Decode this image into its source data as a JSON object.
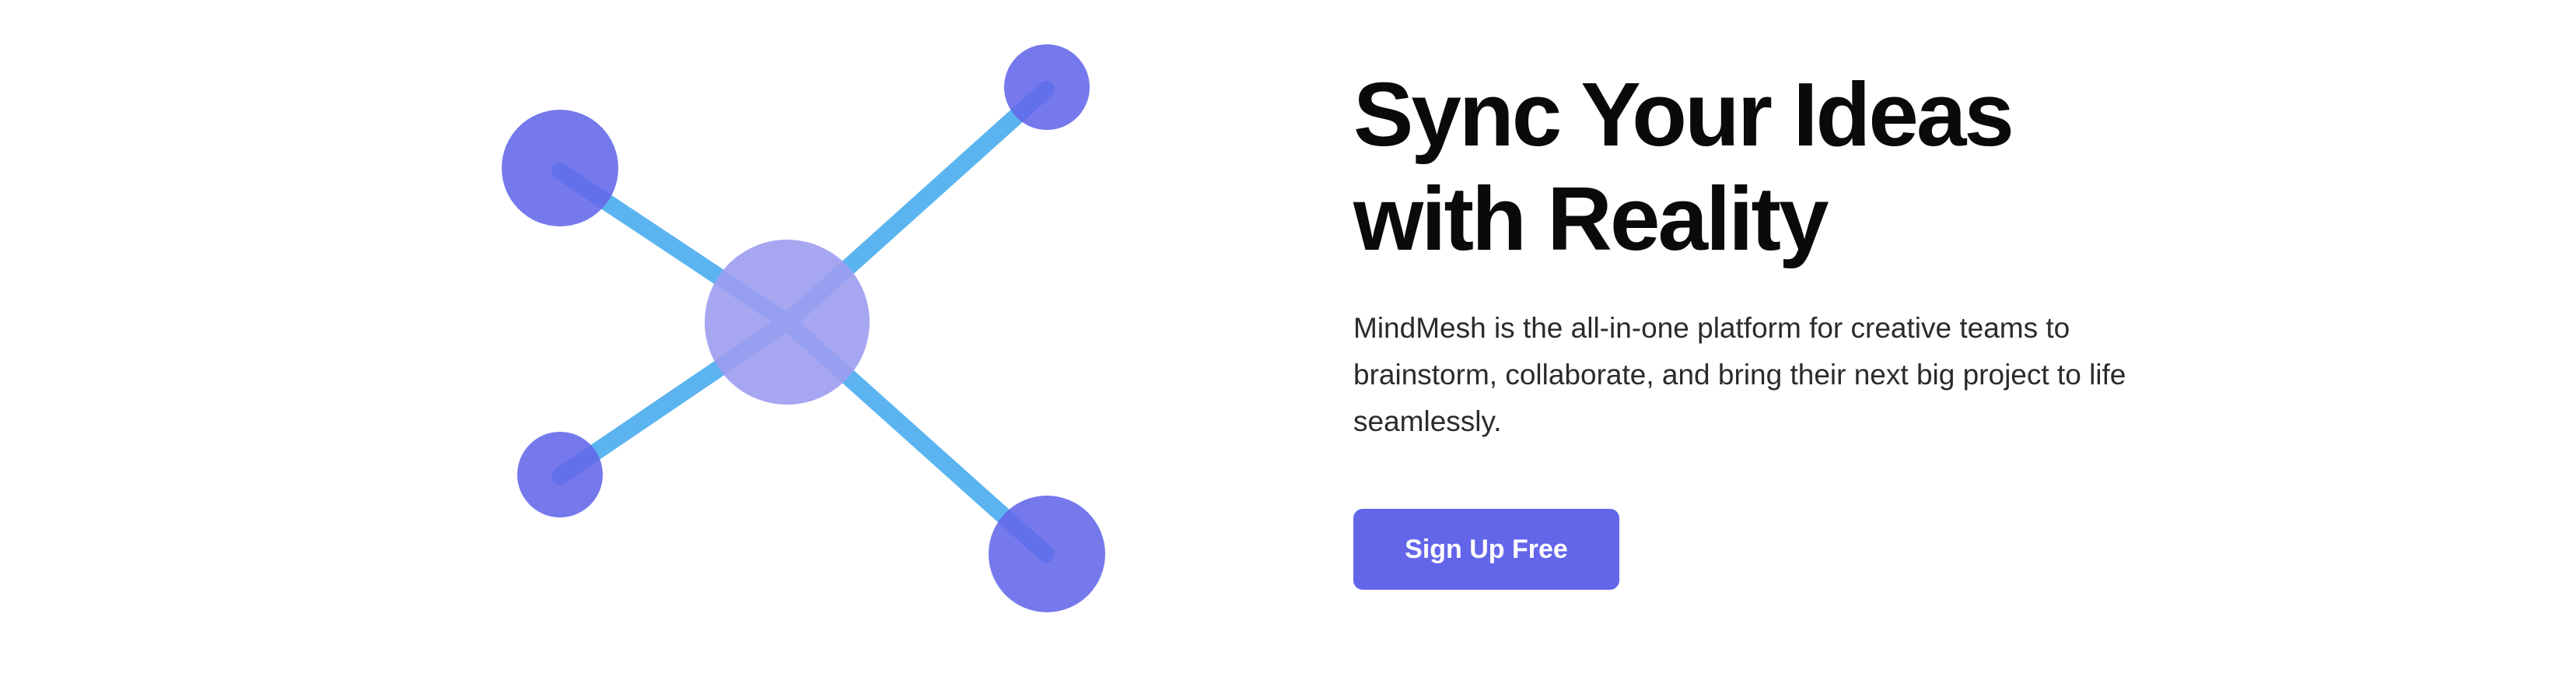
{
  "hero": {
    "headline_line1": "Sync Your Ideas",
    "headline_line2": "with Reality",
    "description": "MindMesh is the all-in-one platform for creative teams to brainstorm, collaborate, and bring their next big project to life seamlessly.",
    "cta_label": "Sign Up Free"
  },
  "illustration": {
    "icon": "network-graph-icon",
    "line_color": "#5bb4ef",
    "node_color": "#6366e9",
    "hub_color": "#9d9cf0"
  }
}
